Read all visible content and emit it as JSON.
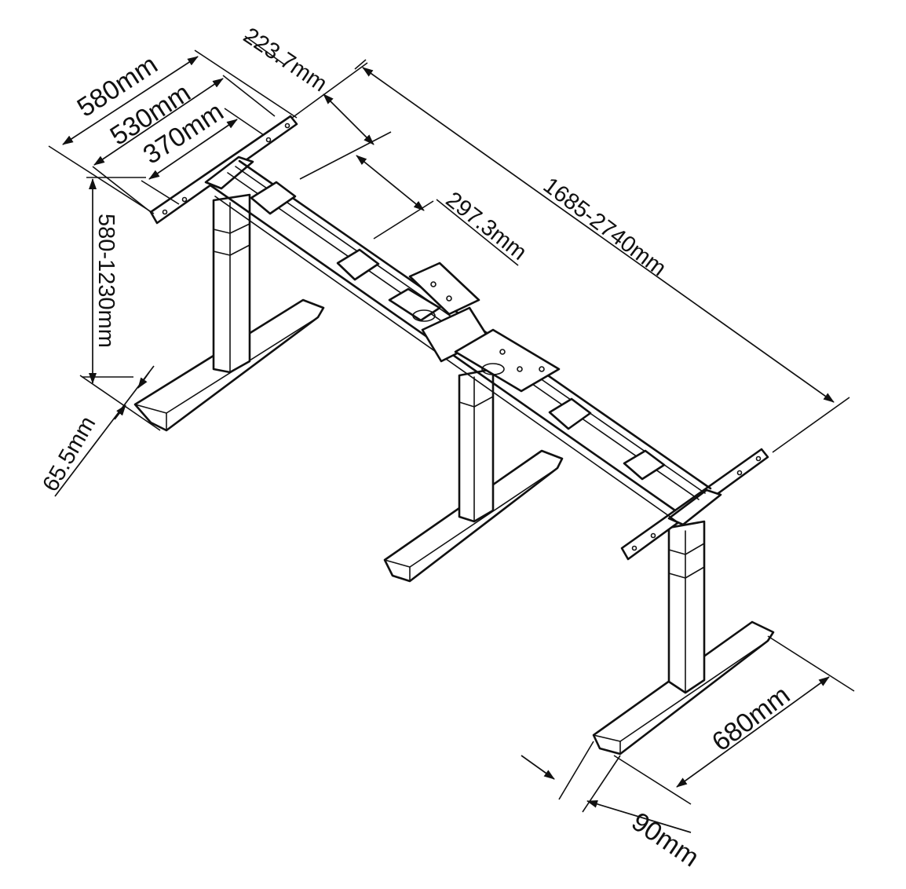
{
  "dimensions": {
    "top_width_outer": "580mm",
    "top_width_mid": "530mm",
    "top_width_inner": "370mm",
    "bracket_offset": "223.7mm",
    "column_offset": "297.3mm",
    "frame_length": "1685-2740mm",
    "height_range": "580-1230mm",
    "foot_height": "65.5mm",
    "foot_length": "680mm",
    "foot_width": "90mm"
  },
  "colors": {
    "line": "#111111",
    "background": "#ffffff"
  }
}
